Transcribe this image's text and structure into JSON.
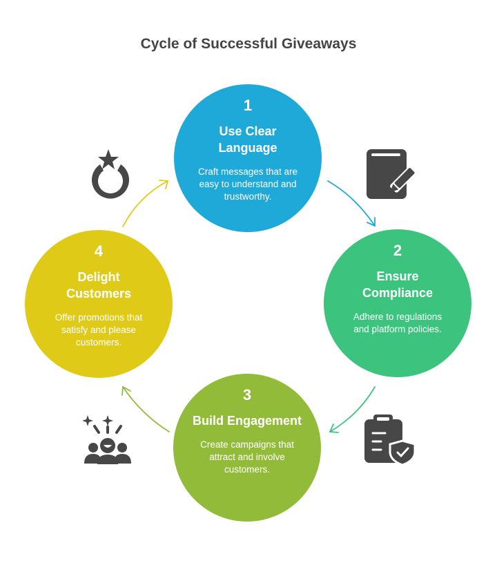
{
  "title": "Cycle of Successful Giveaways",
  "steps": [
    {
      "number": "1",
      "heading": "Use Clear Language",
      "description": "Craft messages that are easy to understand and trustworthy.",
      "color": "#1fa9d9",
      "icon": "notebook-pencil-icon"
    },
    {
      "number": "2",
      "heading": "Ensure Compliance",
      "description": "Adhere to regulations and platform policies.",
      "color": "#3cc47f",
      "icon": "clipboard-shield-icon"
    },
    {
      "number": "3",
      "heading": "Build Engagement",
      "description": "Create campaigns that attract and involve customers.",
      "color": "#93bb3a",
      "icon": "excited-group-icon"
    },
    {
      "number": "4",
      "heading": "Delight Customers",
      "description": "Offer promotions that satisfy and please customers.",
      "color": "#dfca17",
      "icon": "star-ring-icon"
    }
  ]
}
